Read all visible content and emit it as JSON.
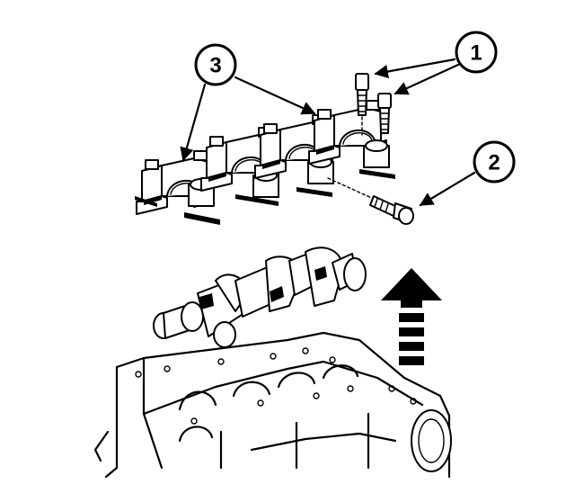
{
  "callouts": [
    {
      "id": "1",
      "label": "1"
    },
    {
      "id": "2",
      "label": "2"
    },
    {
      "id": "3",
      "label": "3"
    }
  ],
  "colors": {
    "ink": "#000000",
    "paper": "#ffffff"
  },
  "icons": {
    "direction_arrow": "up-arrow-icon"
  }
}
